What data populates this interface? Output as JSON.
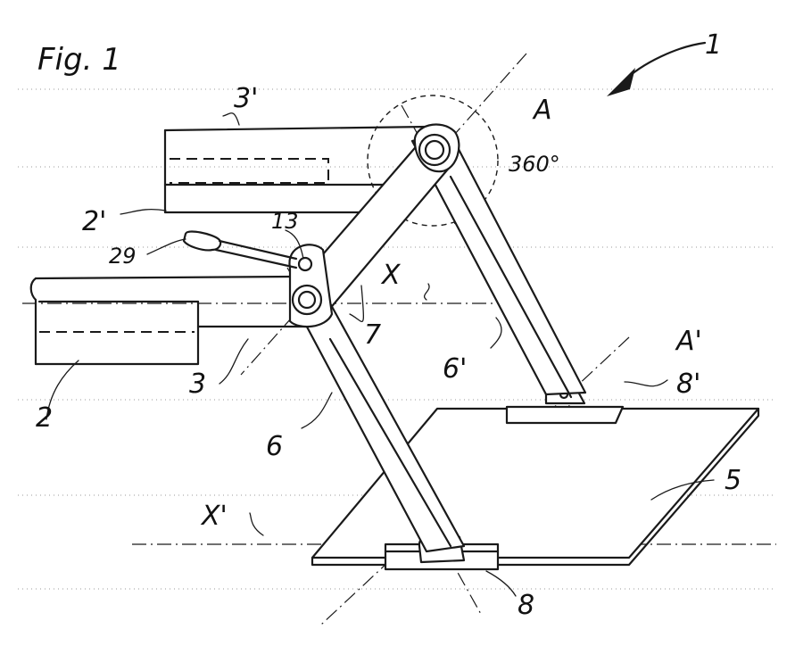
{
  "figure": {
    "title": "Fig. 1",
    "angle_label": "360°"
  },
  "labels": {
    "ref_1": "1",
    "ref_2": "2",
    "ref_2p": "2'",
    "ref_3": "3",
    "ref_3p": "3'",
    "ref_5": "5",
    "ref_6": "6",
    "ref_6p": "6'",
    "ref_7": "7",
    "ref_8": "8",
    "ref_8p": "8'",
    "ref_13": "13",
    "ref_29": "29",
    "axis_A": "A",
    "axis_Ap": "A'",
    "axis_X": "X",
    "axis_Xp": "X'"
  }
}
